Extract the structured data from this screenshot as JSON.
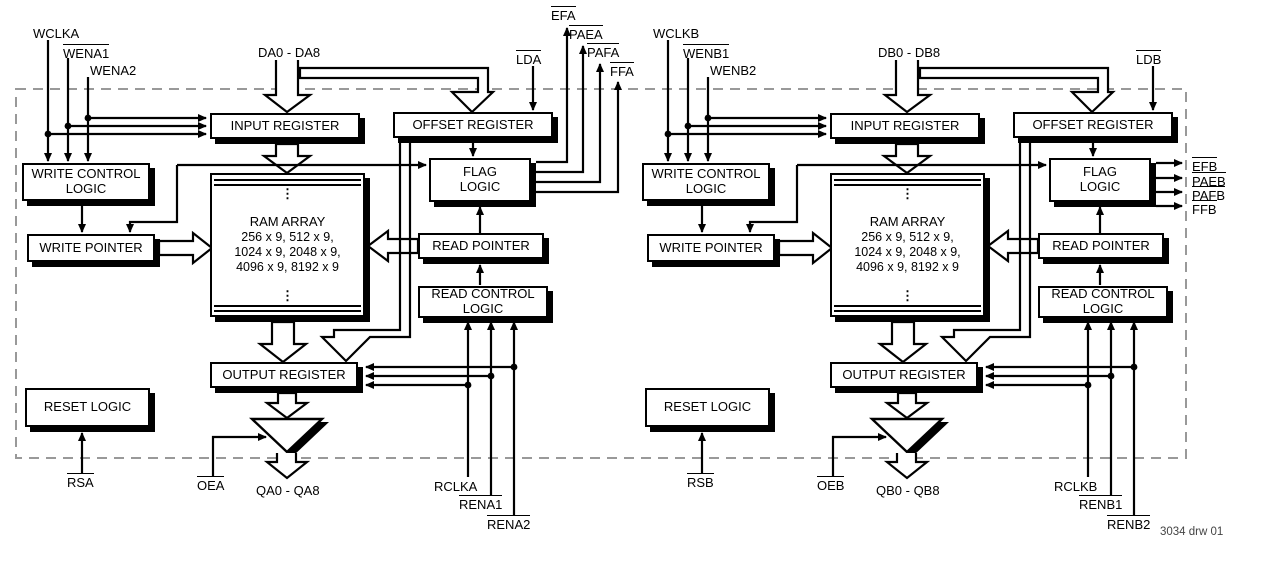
{
  "figure": {
    "drawing_number": "3034 drw 01"
  },
  "side_a": {
    "signals": {
      "wclk": "WCLKA",
      "wen1": "WENA1",
      "wen2": "WENA2",
      "data_bus": "DA0 - DA8",
      "ld": "LDA",
      "ef": "EFA",
      "pae": "PAEA",
      "paf": "PAFA",
      "ff": "FFA",
      "rs": "RSA",
      "oe": "OEA",
      "q_bus": "QA0 - QA8",
      "rclk": "RCLKA",
      "ren1": "RENA1",
      "ren2": "RENA2"
    },
    "blocks": {
      "input_register": "INPUT REGISTER",
      "offset_register": "OFFSET REGISTER",
      "write_control_line1": "WRITE CONTROL",
      "write_control_line2": "LOGIC",
      "flag_line1": "FLAG",
      "flag_line2": "LOGIC",
      "write_pointer": "WRITE POINTER",
      "ram_title": "RAM ARRAY",
      "ram_sizes_line1": "256 x 9, 512 x 9,",
      "ram_sizes_line2": "1024 x 9, 2048 x 9,",
      "ram_sizes_line3": "4096 x 9, 8192 x 9",
      "ram_ellipsis": "⋮",
      "read_pointer": "READ POINTER",
      "read_control_line1": "READ CONTROL",
      "read_control_line2": "LOGIC",
      "output_register": "OUTPUT REGISTER",
      "reset_logic": "RESET LOGIC"
    }
  },
  "side_b": {
    "signals": {
      "wclk": "WCLKB",
      "wen1": "WENB1",
      "wen2": "WENB2",
      "data_bus": "DB0 - DB8",
      "ld": "LDB",
      "ef": "EFB",
      "pae": "PAEB",
      "paf": "PAFB",
      "ff": "FFB",
      "rs": "RSB",
      "oe": "OEB",
      "q_bus": "QB0 - QB8",
      "rclk": "RCLKB",
      "ren1": "RENB1",
      "ren2": "RENB2"
    },
    "blocks": {
      "input_register": "INPUT REGISTER",
      "offset_register": "OFFSET REGISTER",
      "write_control_line1": "WRITE CONTROL",
      "write_control_line2": "LOGIC",
      "flag_line1": "FLAG",
      "flag_line2": "LOGIC",
      "write_pointer": "WRITE POINTER",
      "ram_title": "RAM ARRAY",
      "ram_sizes_line1": "256 x 9, 512 x 9,",
      "ram_sizes_line2": "1024 x 9, 2048 x 9,",
      "ram_sizes_line3": "4096 x 9, 8192 x 9",
      "ram_ellipsis": "⋮",
      "read_pointer": "READ POINTER",
      "read_control_line1": "READ CONTROL",
      "read_control_line2": "LOGIC",
      "output_register": "OUTPUT REGISTER",
      "reset_logic": "RESET LOGIC"
    }
  }
}
